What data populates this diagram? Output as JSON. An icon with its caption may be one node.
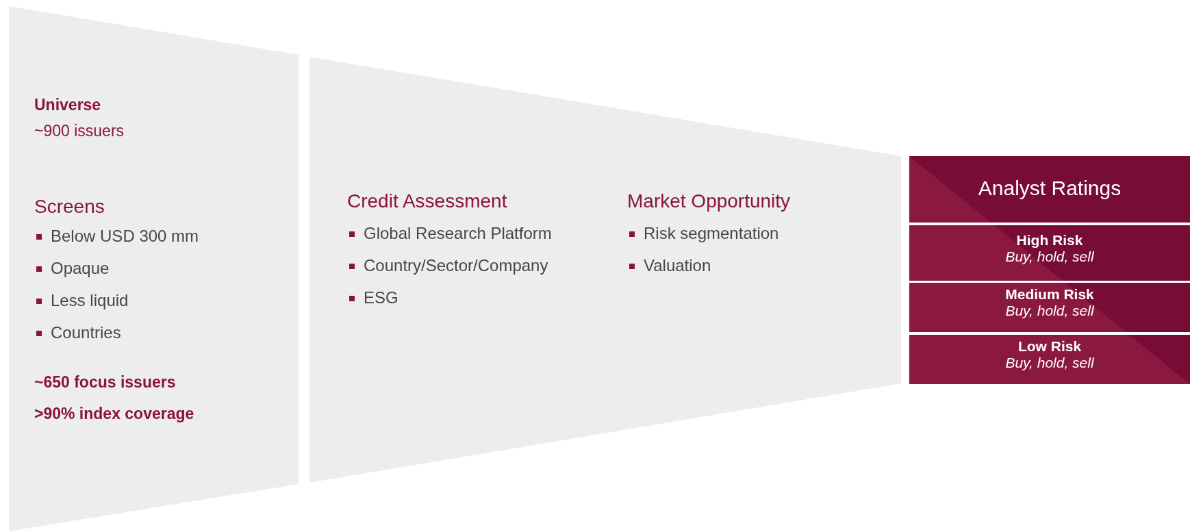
{
  "diagram": {
    "nodes": [
      {
        "text": [
          "Universe",
          "~900 issuers",
          "Screens",
          "Below USD 300 mm",
          "Opaque",
          "Less liquid",
          "Countries",
          "~650 focus issuers",
          ">90% index coverage"
        ]
      },
      {
        "text": [
          "Credit Assessment",
          "Global Research Platform",
          "Country/Sector/Company",
          "ESG",
          "Market Opportunity",
          "Risk segmentation",
          "Valuation"
        ]
      },
      {
        "text": [
          "Analyst Ratings"
        ]
      },
      {
        "text": [
          "High Risk",
          "Buy, hold, sell"
        ]
      },
      {
        "text": [
          "Medium Risk",
          "Buy, hold, sell"
        ]
      },
      {
        "text": [
          "Low Risk",
          "Buy, hold, sell"
        ]
      }
    ]
  }
}
